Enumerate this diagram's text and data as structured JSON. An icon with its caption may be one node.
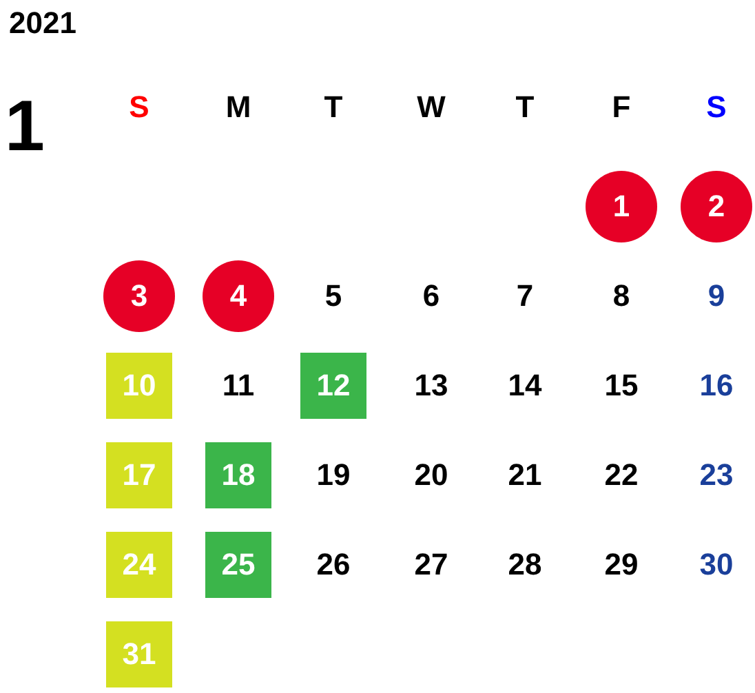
{
  "diagram": {
    "nodes": [
      {
        "text": [
          "1"
        ]
      },
      {
        "text": [
          "2"
        ]
      },
      {
        "text": [
          "3"
        ]
      },
      {
        "text": [
          "4"
        ]
      },
      {
        "text": [
          "10"
        ]
      },
      {
        "text": [
          "12"
        ]
      },
      {
        "text": [
          "17"
        ]
      },
      {
        "text": [
          "18"
        ]
      },
      {
        "text": [
          "24"
        ]
      },
      {
        "text": [
          "25"
        ]
      },
      {
        "text": [
          "31"
        ]
      }
    ],
    "labels": [
      "2021",
      "1",
      "S",
      "M",
      "T",
      "W",
      "T",
      "F",
      "S",
      "5",
      "6",
      "7",
      "8",
      "9",
      "11",
      "13",
      "14",
      "15",
      "16",
      "19",
      "20",
      "21",
      "22",
      "23",
      "26",
      "27",
      "28",
      "29",
      "30"
    ]
  }
}
